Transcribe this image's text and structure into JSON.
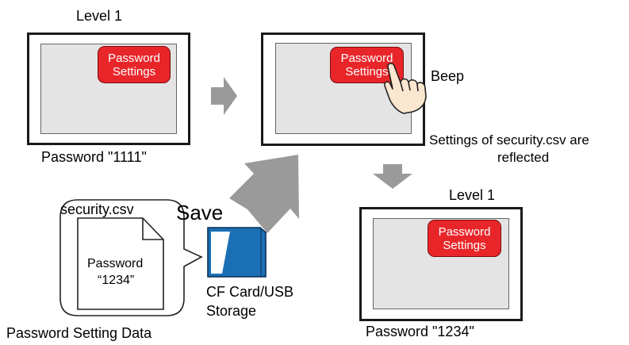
{
  "screens": {
    "left": {
      "level_label": "Level 1",
      "button_line1": "Password",
      "button_line2": "Settings",
      "caption": "Password \"1111\""
    },
    "middle": {
      "button_line1": "Password",
      "button_line2": "Settings",
      "beep_label": "Beep",
      "reflect_line1": "Settings of security.csv are",
      "reflect_line2": "reflected"
    },
    "right": {
      "level_label": "Level 1",
      "button_line1": "Password",
      "button_line2": "Settings",
      "caption": "Password \"1234\""
    }
  },
  "file": {
    "name": "security.csv",
    "doc_line1": "Password",
    "doc_line2": "“1234”",
    "caption": "Password Setting Data"
  },
  "save_label": "Save",
  "storage": {
    "line1": "CF Card/USB",
    "line2": "Storage"
  },
  "colors": {
    "button_red": "#e8262a",
    "arrow_gray": "#9a9a9a",
    "card_blue": "#1b6fb5",
    "panel_gray": "#e4e4e4"
  },
  "icons": [
    "right-arrow-icon",
    "hand-pointer-icon",
    "down-arrow-icon",
    "diagonal-arrow-icon",
    "document-icon",
    "cf-card-icon"
  ]
}
